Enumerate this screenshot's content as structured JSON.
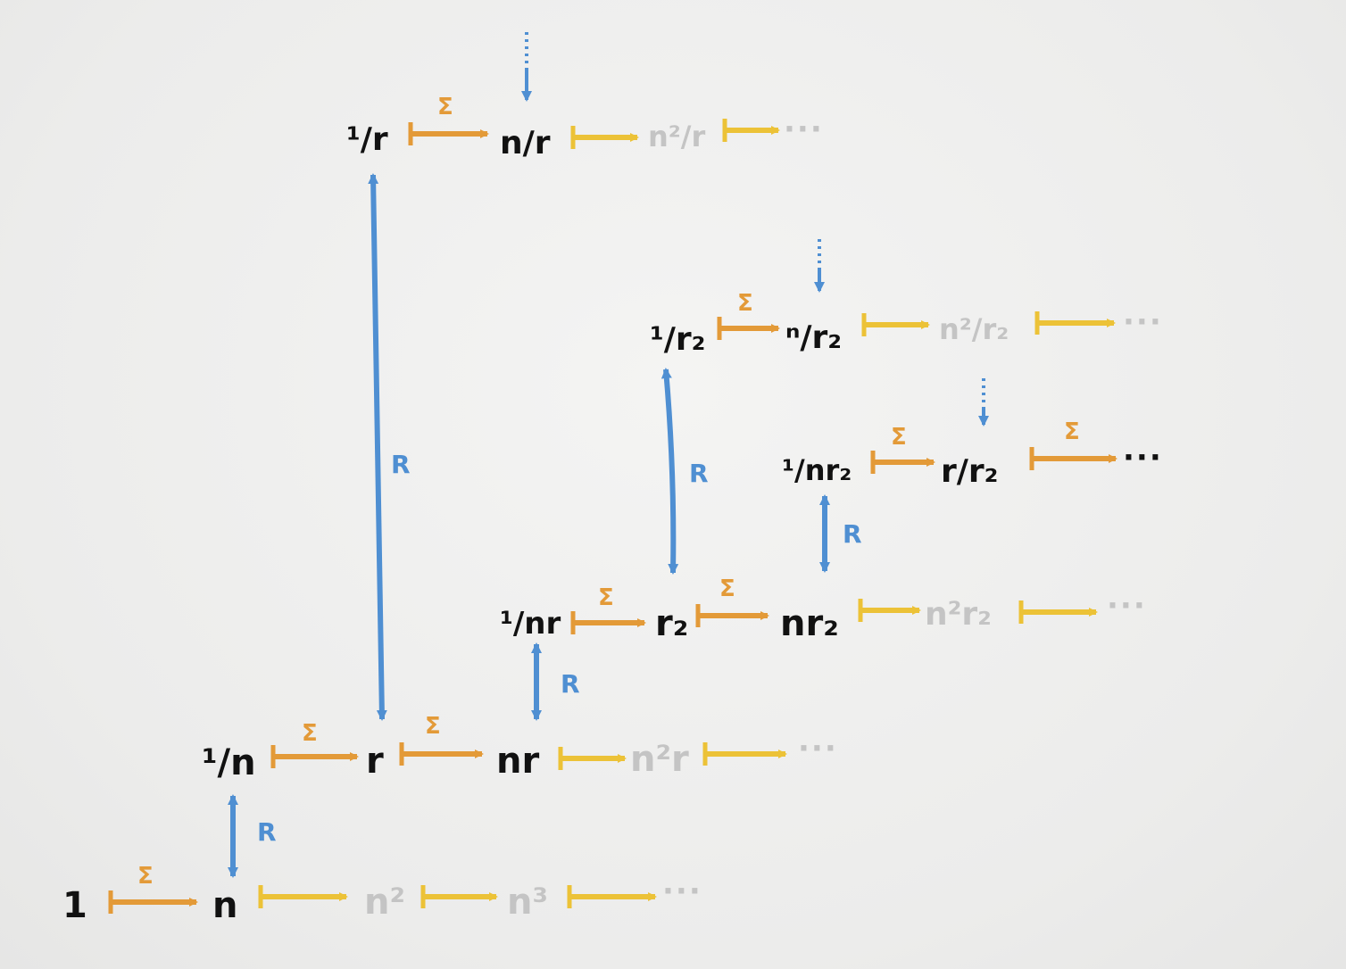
{
  "colors": {
    "sigma_arrow": "#e39a38",
    "succ_arrow": "#ecc237",
    "reverse_arrow": "#4f8fd2",
    "ink": "#111111",
    "faded_ink": "#c4c4c4"
  },
  "nodes": {
    "one": "1",
    "n": "n",
    "n_sq": "n²",
    "n_cube": "n³",
    "inv_n": "¹/n",
    "r": "r",
    "nr": "nr",
    "n_sq_r": "n²r",
    "inv_nr": "¹/nr",
    "r2": "r₂",
    "nr2": "nr₂",
    "n_sq_r2": "n²r₂",
    "inv_r2": "¹/r₂",
    "n_over_r2": "ⁿ/r₂",
    "n_sq_over_r2": "n²/r₂",
    "inv_nr2": "¹/nr₂",
    "r_over_r2": "r/r₂",
    "inv_r": "¹/r",
    "n_over_r": "n/r",
    "n_sq_over_r": "n²/r"
  },
  "labels": {
    "sigma": "Σ",
    "reverse": "R",
    "ellipsis": "···"
  },
  "icons": {
    "continuation": "dotted-down-arrow-icon"
  }
}
